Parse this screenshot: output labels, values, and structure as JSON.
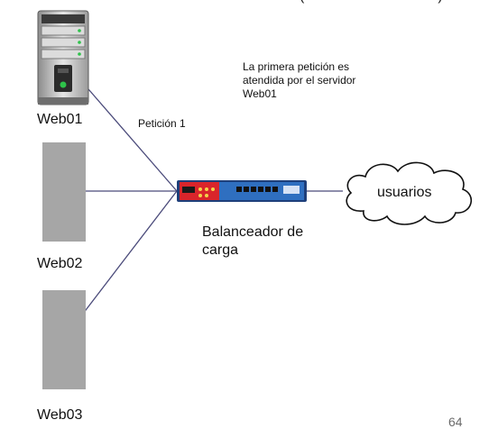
{
  "header_fragment": "(",
  "header_fragment_end": ")",
  "servers": [
    {
      "label": "Web01"
    },
    {
      "label": "Web02"
    },
    {
      "label": "Web03"
    }
  ],
  "request_label": "Petición 1",
  "note": "La primera petición es atendida por el servidor Web01",
  "balancer_label": "Balanceador de carga",
  "cloud_label": "usuarios",
  "slide_number": "64",
  "colors": {
    "line": "#4a4a7a",
    "server_placeholder": "#a6a6a6",
    "balancer_red": "#d9252b",
    "balancer_blue": "#2f6fc0"
  }
}
